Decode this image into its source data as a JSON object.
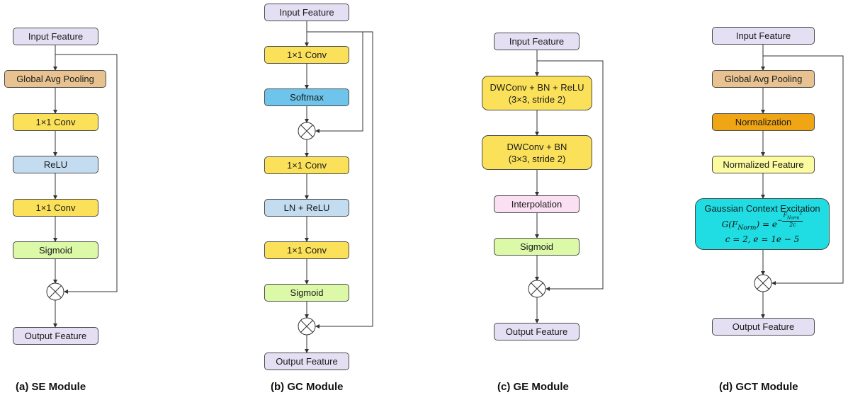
{
  "colors": {
    "input": "#e4dff3",
    "output": "#e4dff3",
    "pooling": "#e8c391",
    "conv": "#fbe15a",
    "relu": "#c3dcf0",
    "softmax": "#6ec4ea",
    "ln_relu": "#c3dcf0",
    "sigmoid": "#dcf9a8",
    "interpolation": "#fbdff3",
    "normalization": "#f0a614",
    "normalized_feature": "#fdfb9f",
    "gce": "#1fdde3",
    "line": "#333333"
  },
  "modules": {
    "se": {
      "caption": "(a) SE Module",
      "nodes": [
        "Input Feature",
        "Global Avg Pooling",
        "1×1 Conv",
        "ReLU",
        "1×1 Conv",
        "Sigmoid",
        "Output Feature"
      ]
    },
    "gc": {
      "caption": "(b) GC Module",
      "nodes": [
        "Input Feature",
        "1×1 Conv",
        "Softmax",
        "1×1 Conv",
        "LN + ReLU",
        "1×1 Conv",
        "Sigmoid",
        "Output Feature"
      ]
    },
    "ge": {
      "caption": "(c) GE Module",
      "nodes": [
        "Input Feature",
        "DWConv + BN + ReLU",
        "(3×3, stride 2)",
        "DWConv + BN",
        "(3×3, stride 2)",
        "Interpolation",
        "Sigmoid",
        "Output Feature"
      ]
    },
    "gct": {
      "caption": "(d) GCT Module",
      "nodes": [
        "Input Feature",
        "Global Avg Pooling",
        "Normalization",
        "Normalized Feature",
        "Output Feature"
      ],
      "gce": {
        "title": "Gaussian Context Excitation",
        "formula_lhs": "G(F",
        "formula_sub": "Norm",
        "formula_mid": ") = e",
        "exp_minus": "−",
        "exp_num": "F",
        "exp_num_sub": "Norm",
        "exp_num_sup": "2",
        "exp_den": "2c",
        "params": "c = 2, e = 1e − 5"
      }
    }
  }
}
